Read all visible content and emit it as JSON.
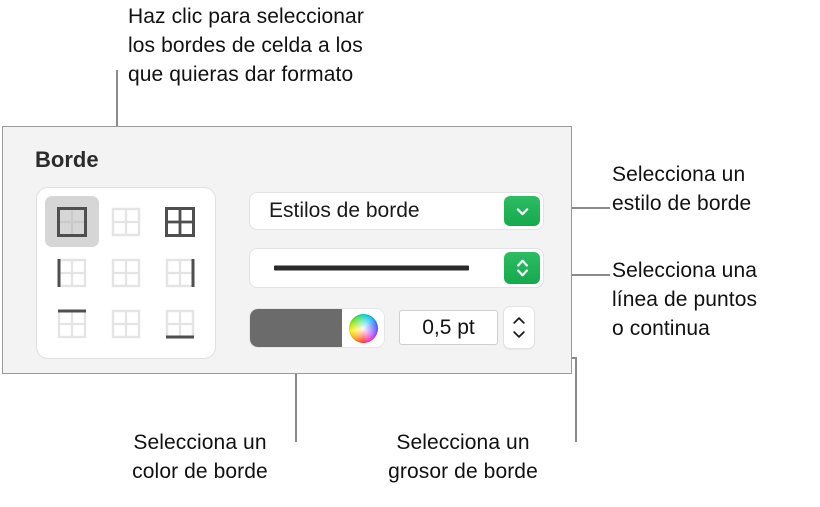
{
  "panel": {
    "title": "Borde",
    "background_color": "#f3f3f3",
    "border_color": "#9a9a9a"
  },
  "callouts": {
    "top": "Haz clic para seleccionar\nlos bordes de celda a los\nque quieras dar formato",
    "border_style": "Selecciona un\nestilo de borde",
    "line_type": "Selecciona una\nlínea de puntos\no continua",
    "border_color": "Selecciona un\ncolor de borde",
    "border_width": "Selecciona un\ngrosor de borde"
  },
  "border_grid": {
    "label": "border-placement-grid",
    "selected_index": 0,
    "active_color": "#4f4f4f",
    "inactive_color": "#e2e2e2",
    "cells": [
      {
        "name": "all-outside-borders",
        "edges": [
          "top",
          "right",
          "bottom",
          "left"
        ],
        "inner": false
      },
      {
        "name": "no-borders",
        "edges": [],
        "inner": false
      },
      {
        "name": "all-borders",
        "edges": [
          "top",
          "right",
          "bottom",
          "left"
        ],
        "inner": true
      },
      {
        "name": "left-border",
        "edges": [
          "left"
        ],
        "inner": false
      },
      {
        "name": "inner-borders",
        "edges": [],
        "inner": false
      },
      {
        "name": "right-border",
        "edges": [
          "right"
        ],
        "inner": false
      },
      {
        "name": "top-border",
        "edges": [
          "top"
        ],
        "inner": false
      },
      {
        "name": "clear-borders",
        "edges": [],
        "inner": false
      },
      {
        "name": "bottom-border",
        "edges": [
          "bottom"
        ],
        "inner": false
      }
    ]
  },
  "controls": {
    "style_popup": {
      "label": "Estilos de borde",
      "icon": "chevron-down-icon",
      "accent_color": "#1ab055"
    },
    "line_popup": {
      "preview": "solid-line",
      "icon": "chevron-up-down-icon",
      "accent_color": "#1ab055"
    },
    "color_well": {
      "swatch_color": "#6b6b6b",
      "icon": "color-wheel-icon"
    },
    "width_stepper": {
      "value": "0,5 pt",
      "increment_icon": "chevron-up-icon",
      "decrement_icon": "chevron-down-icon"
    }
  },
  "leader_line_color": "#8b8b8b"
}
